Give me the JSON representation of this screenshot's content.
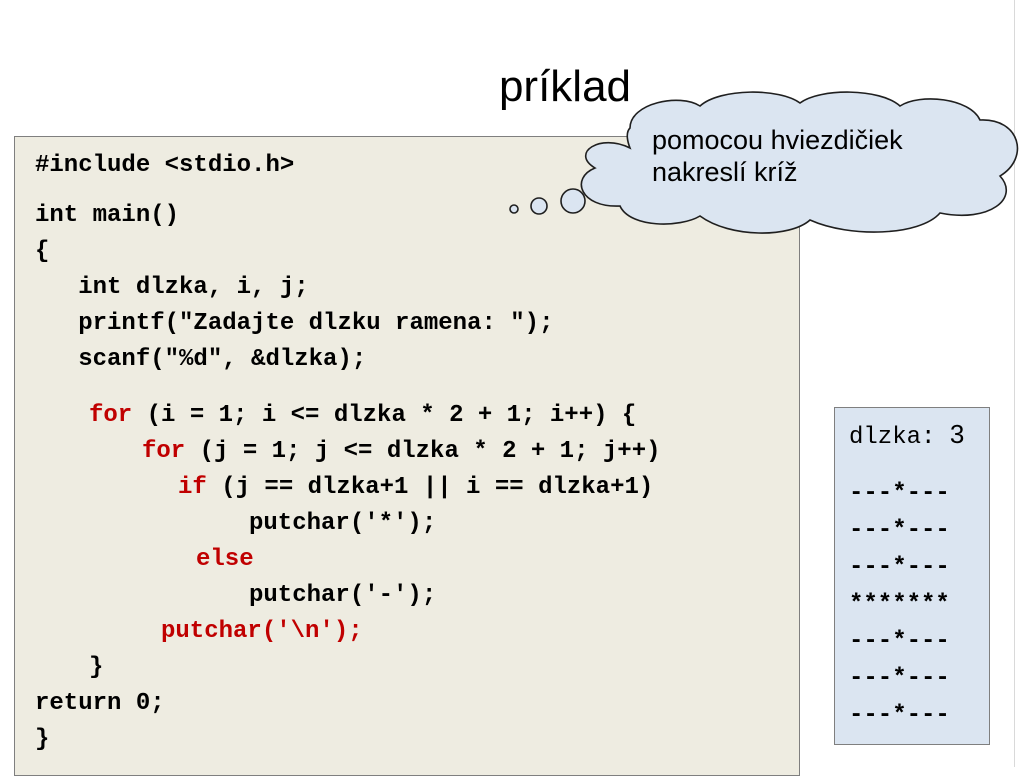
{
  "slide": {
    "title": "príklad"
  },
  "callout": {
    "line1": "pomocou hviezdičiek",
    "line2": "nakreslí kríž"
  },
  "code": {
    "l1": "#include <stdio.h>",
    "l2": "int main()",
    "l3": "{",
    "l4": "   int dlzka, i, j;",
    "l5": "   printf(\"Zadajte dlzku ramena: \");",
    "l6": "   scanf(\"%d\", &dlzka);",
    "l7_kw": "for",
    "l7_rest": " (i = 1; i <= dlzka * 2 + 1; i++) {",
    "l8_kw": "for",
    "l8_rest": " (j = 1; j <= dlzka * 2 + 1; j++)",
    "l9_kw": "if",
    "l9_rest": " (j == dlzka+1 || i == dlzka+1)",
    "l10": "putchar('*');",
    "l11_kw": "else",
    "l12": "putchar('-');",
    "l13": "putchar('\\n');",
    "l14": "}",
    "l15": "return 0;",
    "l16": "}"
  },
  "output": {
    "label": "dlzka:",
    "value": "3",
    "rows": [
      "---*---",
      "---*---",
      "---*---",
      "*******",
      "---*---",
      "---*---",
      "---*---"
    ]
  },
  "colors": {
    "code_bg": "#eeece1",
    "keyword": "#c00000",
    "output_bg": "#dbe5f1",
    "cloud_fill": "#dbe5f1"
  }
}
